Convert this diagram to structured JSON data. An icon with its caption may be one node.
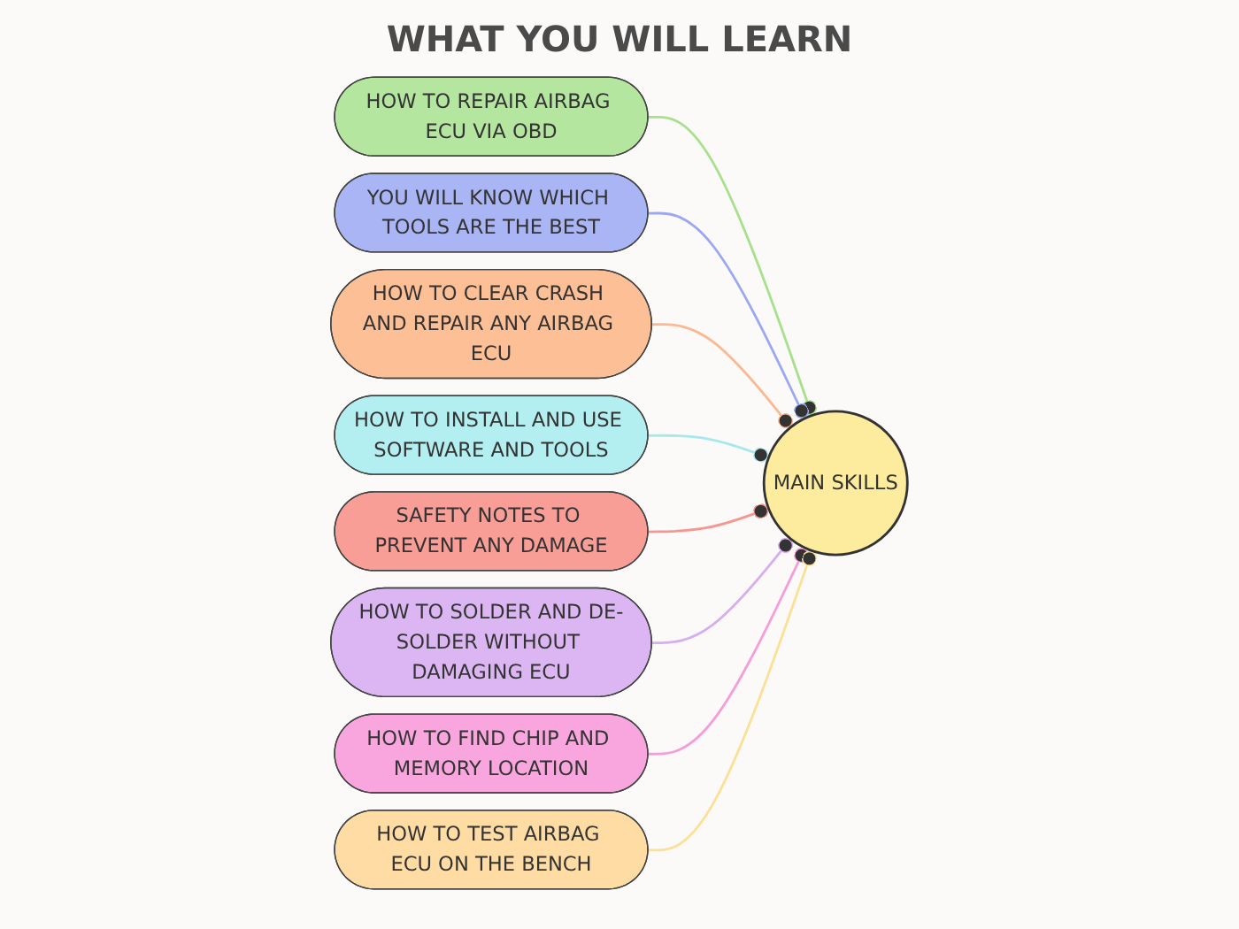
{
  "diagram": {
    "title": "WHAT YOU WILL LEARN",
    "nodes": [
      {
        "text": [
          "HOW TO REPAIR AIRBAG ECU VIA OBD"
        ]
      },
      {
        "text": [
          "YOU WILL KNOW WHICH TOOLS ARE THE BEST"
        ]
      },
      {
        "text": [
          "HOW TO CLEAR CRASH AND REPAIR ANY AIRBAG ECU"
        ]
      },
      {
        "text": [
          "HOW TO INSTALL AND USE SOFTWARE AND TOOLS"
        ]
      },
      {
        "text": [
          "MAIN SKILLS"
        ]
      },
      {
        "text": [
          "SAFETY NOTES TO PREVENT ANY DAMAGE"
        ]
      },
      {
        "text": [
          "HOW TO SOLDER AND DE-SOLDER WITHOUT DAMAGING ECU"
        ]
      },
      {
        "text": [
          "HOW TO FIND CHIP AND MEMORY LOCATION"
        ]
      },
      {
        "text": [
          "HOW TO TEST AIRBAG ECU ON THE BENCH"
        ]
      }
    ],
    "edges": [
      {
        "from": 0,
        "to": 4,
        "arrow": "other",
        "color": "#a8e08e"
      },
      {
        "from": 1,
        "to": 4,
        "arrow": "other",
        "color": "#9aa8f2"
      },
      {
        "from": 2,
        "to": 4,
        "arrow": "other",
        "color": "#fbb892"
      },
      {
        "from": 3,
        "to": 4,
        "arrow": "other",
        "color": "#a6e8ec"
      },
      {
        "from": 5,
        "to": 4,
        "arrow": "other",
        "color": "#f79590"
      },
      {
        "from": 6,
        "to": 4,
        "arrow": "other",
        "color": "#d7adf0"
      },
      {
        "from": 7,
        "to": 4,
        "arrow": "other",
        "color": "#f79bd9"
      },
      {
        "from": 8,
        "to": 4,
        "arrow": "other",
        "color": "#fbe096"
      }
    ]
  }
}
